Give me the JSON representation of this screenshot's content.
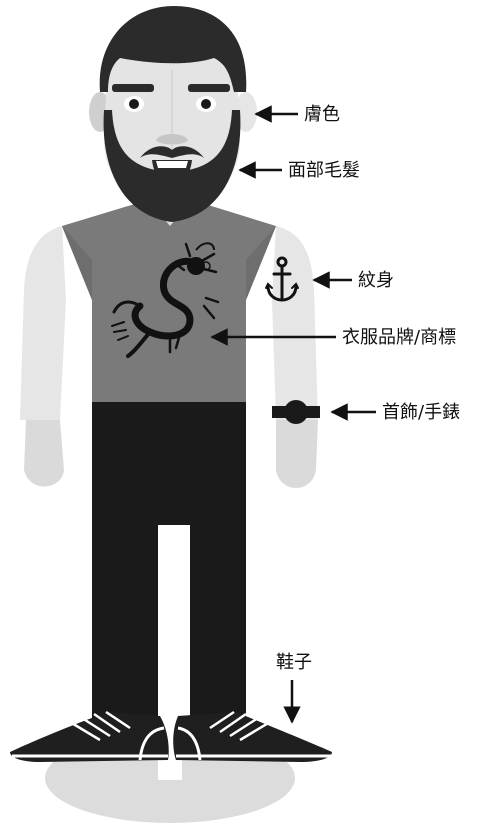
{
  "labels": {
    "skin_color": "膚色",
    "facial_hair": "面部毛髮",
    "tattoo": "紋身",
    "clothing_brand": "衣服品牌/商標",
    "jewelry_watch": "首飾/手錶",
    "shoes": "鞋子"
  },
  "icons": {
    "tattoo": "anchor-icon",
    "shirt_print": "dragon-icon"
  },
  "colors": {
    "hair_beard": "#2b2b2b",
    "skin": "#e0e0e0",
    "skin_shade": "#c9c9c9",
    "shirt": "#7a7a7a",
    "pants": "#1a1a1a",
    "shoe": "#1f1f1f",
    "arrow": "#111111",
    "ground": "#dcdcdc"
  }
}
